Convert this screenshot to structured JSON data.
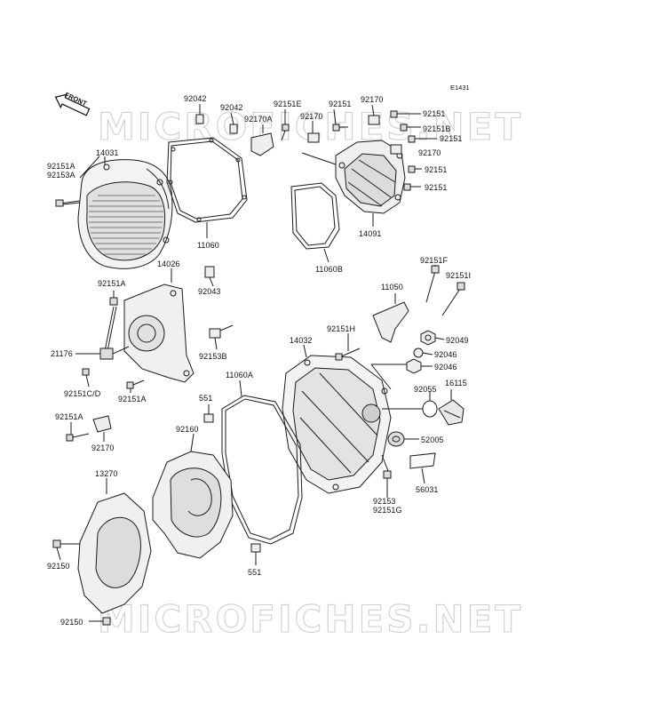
{
  "diagram_code": "E1431",
  "front_label": "FRONT",
  "watermark_top": "MICROFICHES.NET",
  "watermark_bottom": "MICROFICHES.NET",
  "parts": [
    {
      "id": "p92042a",
      "text": "92042"
    },
    {
      "id": "p92042b",
      "text": "92042"
    },
    {
      "id": "p92151E",
      "text": "92151E"
    },
    {
      "id": "p92170A",
      "text": "92170A"
    },
    {
      "id": "p92151a",
      "text": "92151"
    },
    {
      "id": "p92170a",
      "text": "92170"
    },
    {
      "id": "p92170b",
      "text": "92170"
    },
    {
      "id": "p92151b",
      "text": "92151"
    },
    {
      "id": "p92151B",
      "text": "92151B"
    },
    {
      "id": "p92151c",
      "text": "92151"
    },
    {
      "id": "p92170c",
      "text": "92170"
    },
    {
      "id": "p92151d",
      "text": "92151"
    },
    {
      "id": "p92151e",
      "text": "92151"
    },
    {
      "id": "p92151A1",
      "text": "92151A"
    },
    {
      "id": "p92153A",
      "text": "92153A"
    },
    {
      "id": "p14031",
      "text": "14031"
    },
    {
      "id": "p11060",
      "text": "11060"
    },
    {
      "id": "p14091",
      "text": "14091"
    },
    {
      "id": "p11060B",
      "text": "11060B"
    },
    {
      "id": "p14026",
      "text": "14026"
    },
    {
      "id": "p92043",
      "text": "92043"
    },
    {
      "id": "p92151A2",
      "text": "92151A"
    },
    {
      "id": "p21176",
      "text": "21176"
    },
    {
      "id": "p92153B",
      "text": "92153B"
    },
    {
      "id": "p92151CD",
      "text": "92151C/D"
    },
    {
      "id": "p92151A3",
      "text": "92151A"
    },
    {
      "id": "p92151A4",
      "text": "92151A"
    },
    {
      "id": "p92170d",
      "text": "92170"
    },
    {
      "id": "p92151F",
      "text": "92151F"
    },
    {
      "id": "p11050",
      "text": "11050"
    },
    {
      "id": "p92151I",
      "text": "92151I"
    },
    {
      "id": "p92151H",
      "text": "92151H"
    },
    {
      "id": "p14032",
      "text": "14032"
    },
    {
      "id": "p92049",
      "text": "92049"
    },
    {
      "id": "p92046a",
      "text": "92046"
    },
    {
      "id": "p92046b",
      "text": "92046"
    },
    {
      "id": "p11060A",
      "text": "11060A"
    },
    {
      "id": "p551a",
      "text": "551"
    },
    {
      "id": "p92055",
      "text": "92055"
    },
    {
      "id": "p16115",
      "text": "16115"
    },
    {
      "id": "p92160",
      "text": "92160"
    },
    {
      "id": "p52005",
      "text": "52005"
    },
    {
      "id": "p13270",
      "text": "13270"
    },
    {
      "id": "p56031",
      "text": "56031"
    },
    {
      "id": "p92153",
      "text": "92153"
    },
    {
      "id": "p92151G",
      "text": "92151G"
    },
    {
      "id": "p92150a",
      "text": "92150"
    },
    {
      "id": "p551b",
      "text": "551"
    },
    {
      "id": "p92150b",
      "text": "92150"
    }
  ]
}
